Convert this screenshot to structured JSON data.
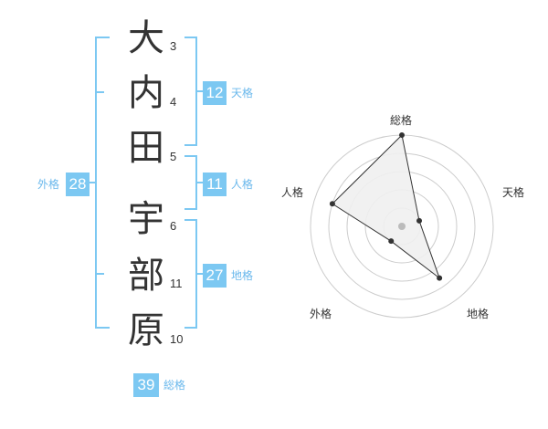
{
  "name": {
    "characters": [
      {
        "char": "大",
        "strokes": "3"
      },
      {
        "char": "内",
        "strokes": "4"
      },
      {
        "char": "田",
        "strokes": "5"
      },
      {
        "char": "宇",
        "strokes": "6"
      },
      {
        "char": "部",
        "strokes": "11"
      },
      {
        "char": "原",
        "strokes": "10"
      }
    ]
  },
  "kakusu": {
    "tenkaku": {
      "value": "12",
      "label": "天格"
    },
    "jinkaku": {
      "value": "11",
      "label": "人格"
    },
    "chikaku": {
      "value": "27",
      "label": "地格"
    },
    "gaikaku": {
      "value": "28",
      "label": "外格"
    },
    "soukaku": {
      "value": "39",
      "label": "総格"
    }
  },
  "radar": {
    "labels": {
      "top": "総格",
      "right": "天格",
      "bottom_right": "地格",
      "bottom_left": "外格",
      "left": "人格"
    },
    "levels": {
      "soukaku": 1.0,
      "tenkaku": 0.2,
      "chikaku": 0.7,
      "gaikaku": 0.2,
      "jinkaku": 0.8
    },
    "colors": {
      "fill": "#efefef",
      "line": "#333333",
      "point": "#333333",
      "grid": "#cccccc",
      "center": "#bbbbbb"
    }
  }
}
